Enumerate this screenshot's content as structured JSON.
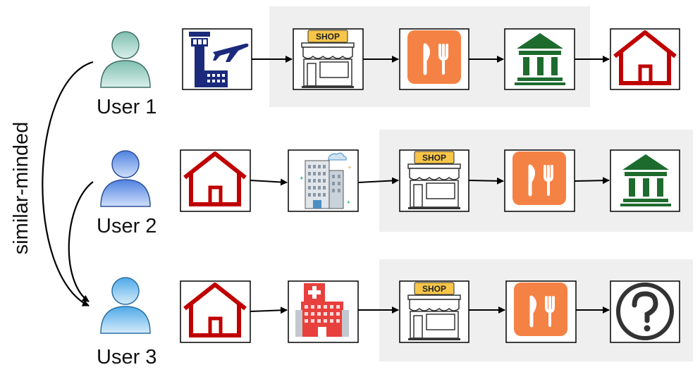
{
  "side_label": "similar-minded",
  "users": [
    {
      "label": "User 1",
      "avatar_color": "#a7d9cd",
      "trajectory": [
        "airport-icon",
        "shop-icon",
        "restaurant-icon",
        "museum-icon",
        "home-icon"
      ]
    },
    {
      "label": "User 2",
      "avatar_color": "#8db3f2",
      "trajectory": [
        "home-icon",
        "office-building-icon",
        "shop-icon",
        "restaurant-icon",
        "museum-icon"
      ]
    },
    {
      "label": "User 3",
      "avatar_color": "#86c8f2",
      "trajectory": [
        "home-icon",
        "hospital-icon",
        "shop-icon",
        "restaurant-icon",
        "question-icon"
      ]
    }
  ],
  "shop_sign": "SHOP",
  "colors": {
    "highlight": "#efefef",
    "home": "#c00000",
    "museum": "#1e6b2e",
    "restaurant": "#f58245",
    "airport": "#1b2a7a",
    "hospital": "#e8403c",
    "shop_sign": "#f7c648"
  }
}
